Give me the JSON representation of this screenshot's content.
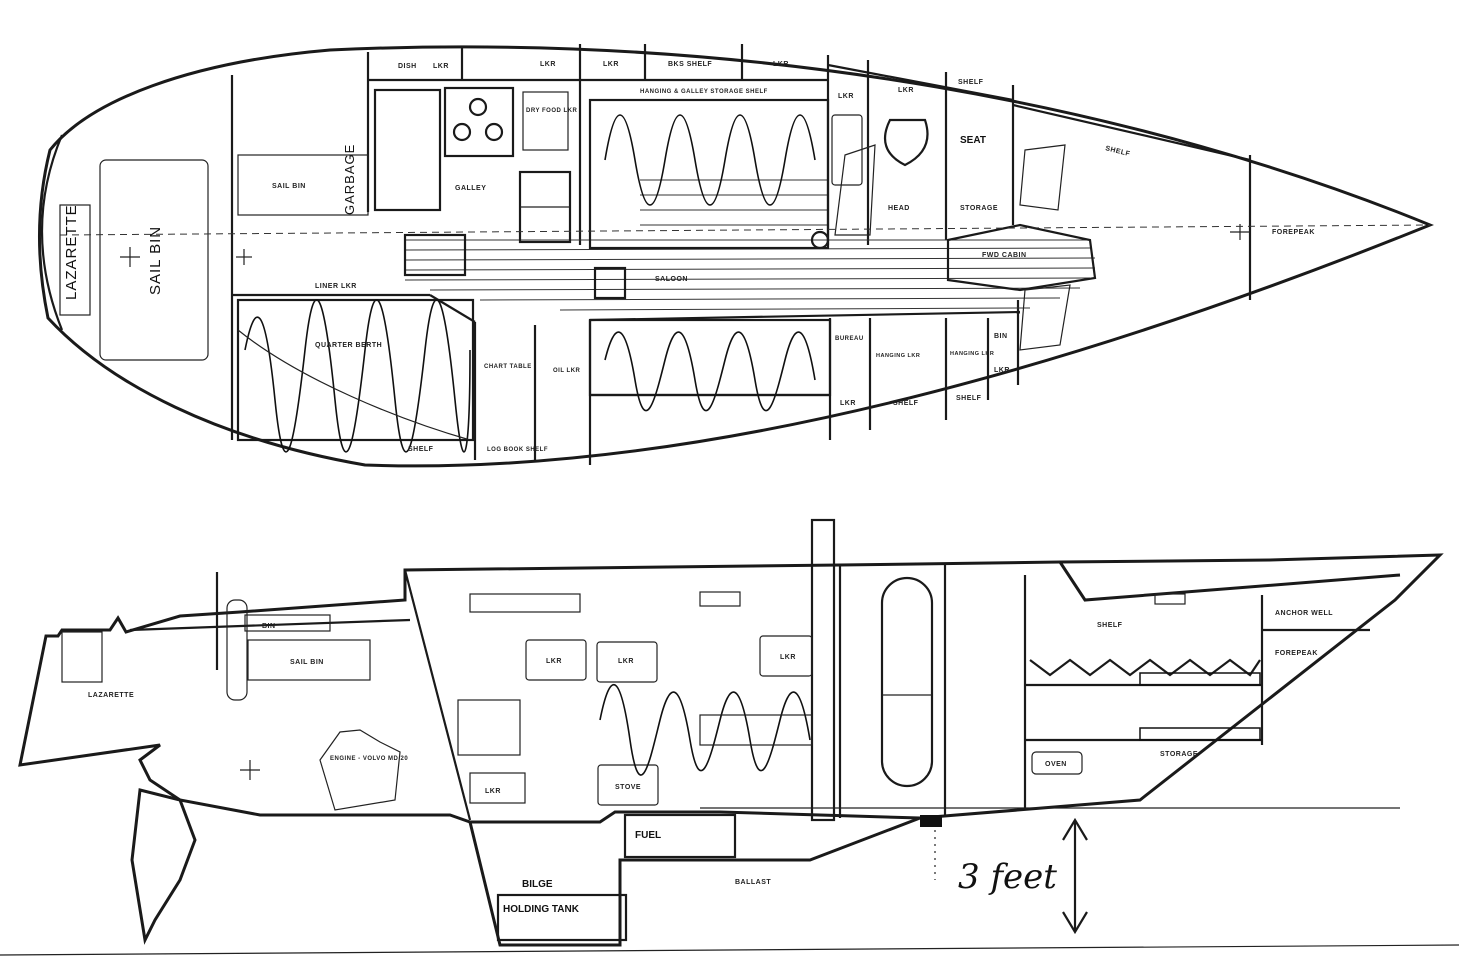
{
  "plan": {
    "lazarette": "LAZARETTE",
    "sail_bin_big": "SAIL BIN",
    "sail_bin": "SAIL BIN",
    "garbage": "GARBAGE",
    "dish": "DISH",
    "lkr": "LKR",
    "bks_shelf": "BKS SHELF",
    "hanging_shelf": "HANGING & GALLEY STORAGE SHELF",
    "dry_food_lkr": "DRY FOOD LKR",
    "galley": "GALLEY",
    "saloon": "SALOON",
    "shelf": "SHELF",
    "seat": "SEAT",
    "head": "HEAD",
    "storage": "STORAGE",
    "fwd_cabin": "FWD CABIN",
    "forepeak": "FOREPEAK",
    "quarter_berth": "QUARTER BERTH",
    "chart_table": "CHART TABLE",
    "oil_lkr": "OIL LKR",
    "log_book_shelf": "LOG BOOK SHELF",
    "liner_lkr": "LINER LKR",
    "bureau": "BUREAU",
    "hanging_lkr": "HANGING LKR",
    "bin": "BIN"
  },
  "profile": {
    "lazarette": "LAZARETTE",
    "bin": "BIN",
    "sail_bin": "SAIL BIN",
    "engine": "ENGINE - VOLVO MD 20",
    "lkr": "LKR",
    "stove": "STOVE",
    "shelf": "SHELF",
    "anchor_well": "ANCHOR WELL",
    "forepeak": "FOREPEAK",
    "storage": "STORAGE",
    "oven": "OVEN",
    "fuel": "FUEL",
    "ballast": "BALLAST",
    "bilge": "BILGE",
    "holding_tank": "HOLDING TANK",
    "annotation": "3 feet"
  }
}
